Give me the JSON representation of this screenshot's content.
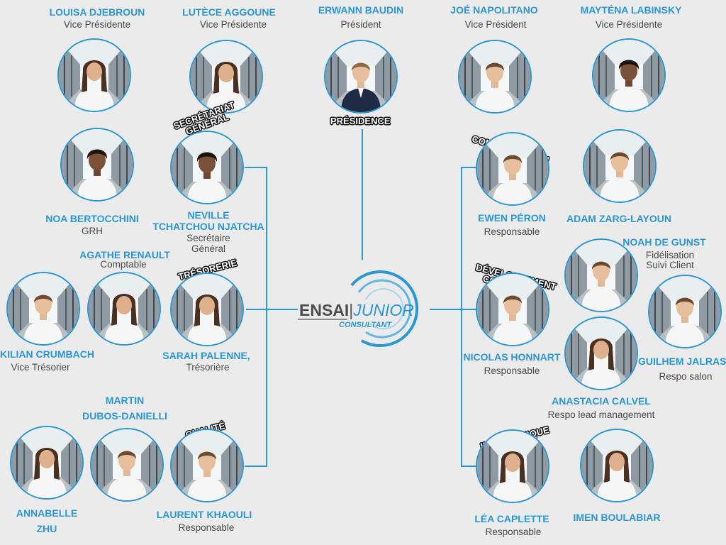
{
  "logo": {
    "brand_left": "ENSAI",
    "brand_right": "JUNIOR",
    "brand_sub": "CONSULTANT"
  },
  "poles": {
    "presidence": "PRÉSIDENCE",
    "secretariat_line1": "SECRÉTARIAT",
    "secretariat_line2": "GÉNÉRAL",
    "tresorerie": "TRÉSORERIE",
    "qualite": "QUALITÉ",
    "communication": "COMMUNICATION",
    "devco_line1": "DÉVELOPPEMENT",
    "devco_line2": "COMMERCIAL",
    "informatique": "INFORMATIQUE"
  },
  "members": {
    "louisa": {
      "name": "LOUISA DJEBROUN",
      "role": "Vice Présidente"
    },
    "lutece": {
      "name": "LUTÈCE AGGOUNE",
      "role": "Vice Présidente"
    },
    "erwann": {
      "name": "ERWANN BAUDIN",
      "role": "Président"
    },
    "joe": {
      "name": "JOÉ NAPOLITANO",
      "role": "Vice Président"
    },
    "maytena": {
      "name": "MAYTÉNA LABINSKY",
      "role": "Vice Présidente"
    },
    "noa": {
      "name": "NOA BERTOCCHINI",
      "role": "GRH"
    },
    "neville": {
      "name_line1": "NEVILLE",
      "name_line2": "TCHATCHOU NJATCHA",
      "role_line1": "Secrétaire",
      "role_line2": "Général"
    },
    "ewen": {
      "name": "EWEN PÉRON",
      "role": "Responsable"
    },
    "adam": {
      "name": "ADAM ZARG-LAYOUN"
    },
    "agathe": {
      "name": "AGATHE RENAULT",
      "role": "Comptable"
    },
    "noah": {
      "name": "NOAH DE GUNST",
      "role_line1": "Fidélisation",
      "role_line2": "Suivi Client"
    },
    "kilian": {
      "name": "KILIAN CRUMBACH",
      "role": "Vice Trésorier"
    },
    "sarah": {
      "name": "SARAH PALENNE,",
      "role": "Trésorière"
    },
    "nicolas": {
      "name": "NICOLAS HONNART",
      "role": "Responsable"
    },
    "guilhem": {
      "name": "GUILHEM JALRAS",
      "role": "Respo salon"
    },
    "anastacia": {
      "name": "ANASTACIA CALVEL",
      "role": "Respo lead management"
    },
    "martin": {
      "name_line1": "MARTIN",
      "name_line2": "DUBOS-DANIELLI"
    },
    "annabelle": {
      "name_line1": "ANNABELLE",
      "name_line2": "ZHU"
    },
    "laurent": {
      "name": "LAURENT KHAOULI",
      "role": "Responsable"
    },
    "lea": {
      "name": "LÉA CAPLETTE",
      "role": "Responsable"
    },
    "imen": {
      "name": "IMEN BOULABIAR"
    }
  },
  "colors": {
    "accent": "#2a97d2",
    "background": "#ebebeb",
    "text": "#4a4a4a"
  }
}
